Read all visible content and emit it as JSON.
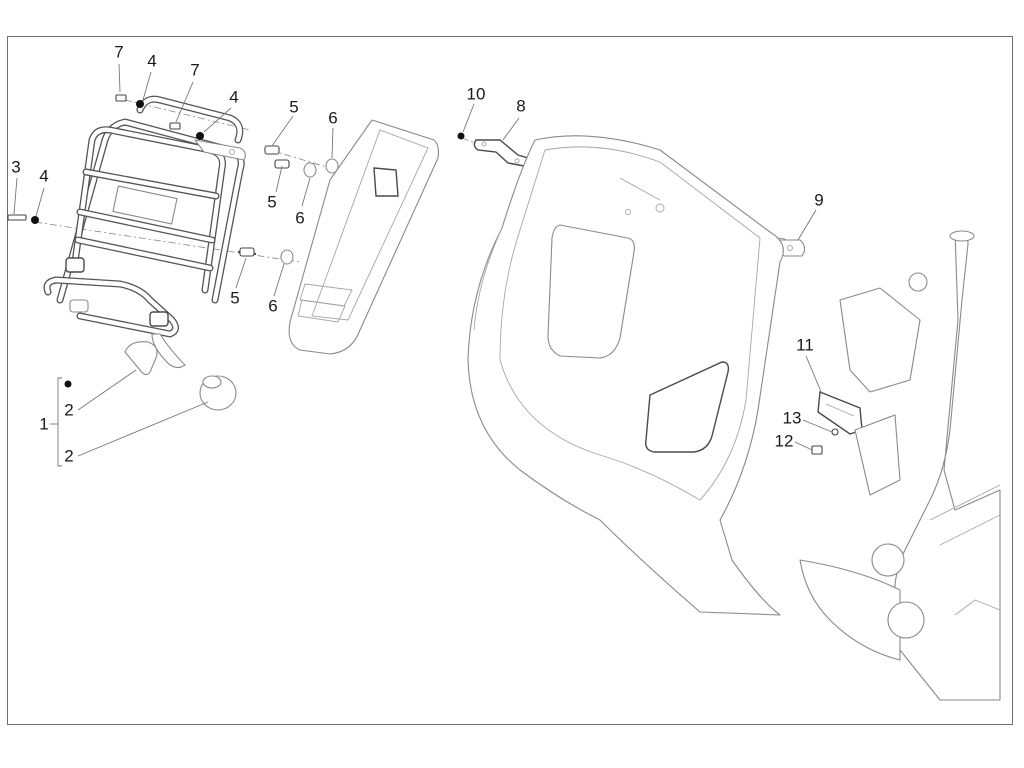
{
  "callouts": {
    "c7a": "7",
    "c4a": "4",
    "c7b": "7",
    "c4b": "4",
    "c5a": "5",
    "c6a": "6",
    "c5b": "5",
    "c6b": "6",
    "c3": "3",
    "c4c": "4",
    "c5c": "5",
    "c6c": "6",
    "c10": "10",
    "c8": "8",
    "c9": "9",
    "c11": "11",
    "c13": "13",
    "c12": "12",
    "c1": "1",
    "c2a": "2",
    "c2b": "2"
  }
}
